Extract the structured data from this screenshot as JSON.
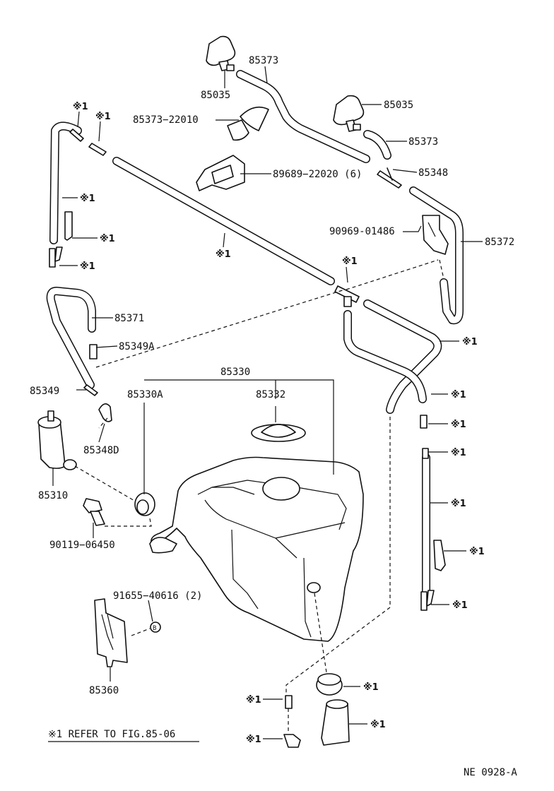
{
  "diagram": {
    "footnote": "※1 REFER TO FIG.85-06",
    "figure_code": "NE 0928-A",
    "ref_mark": "※1",
    "parts": {
      "p85035a": "85035",
      "p85373a": "85373",
      "p85373_22010": "85373−22010",
      "p85035b": "85035",
      "p85373b": "85373",
      "p89689": "89689−22020 (6)",
      "p85348": "85348",
      "p90969": "90969-01486",
      "p85372": "85372",
      "p85371": "85371",
      "p85349a": "85349A",
      "p85330": "85330",
      "p85349": "85349",
      "p85330a": "85330A",
      "p85332": "85332",
      "p85348d": "85348D",
      "p85310": "85310",
      "p90119": "90119−06450",
      "p91655": "91655−40616 (2)",
      "p85360": "85360"
    }
  }
}
